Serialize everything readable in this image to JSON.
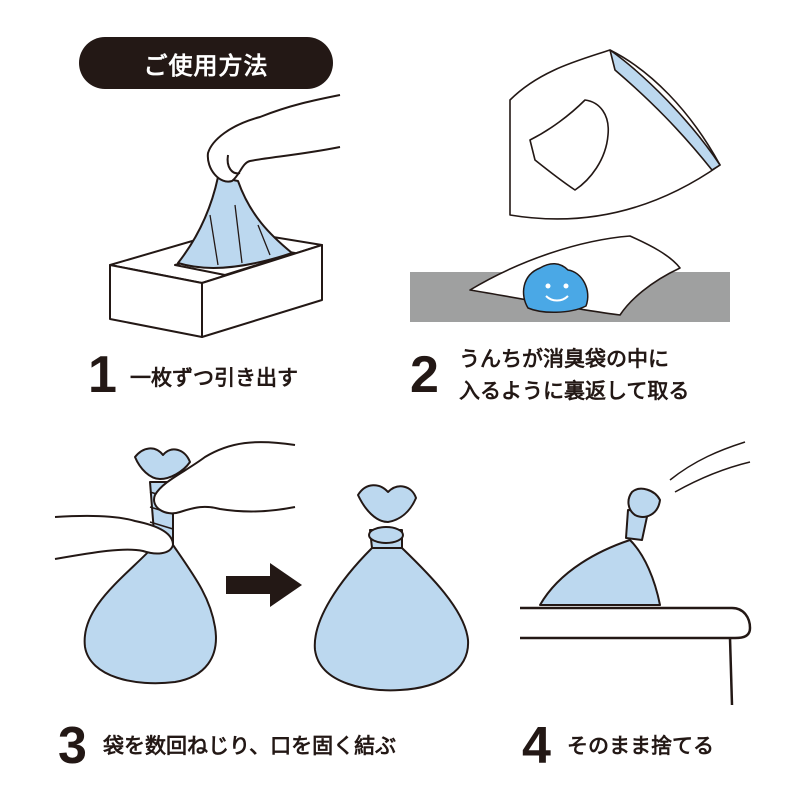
{
  "title": "ご使用方法",
  "colors": {
    "bag_blue": "#bcd8ef",
    "outline": "#231815",
    "ground": "#9fa0a0",
    "face_blue": "#4aa8e6"
  },
  "steps": [
    {
      "number": "1",
      "lines": [
        "一枚ずつ引き出す"
      ]
    },
    {
      "number": "2",
      "lines": [
        "うんちが消臭袋の中に",
        "入るように裏返して取る"
      ]
    },
    {
      "number": "3",
      "lines": [
        "袋を数回ねじり、口を固く結ぶ"
      ]
    },
    {
      "number": "4",
      "lines": [
        "そのまま捨てる"
      ]
    }
  ],
  "icons": [
    "hand-pulling-bag-icon",
    "tissue-box-icon",
    "gloved-hand-bag-icon",
    "smiling-poop-icon",
    "twist-bag-icon",
    "arrow-right-icon",
    "tied-bag-icon",
    "trash-bin-icon"
  ]
}
